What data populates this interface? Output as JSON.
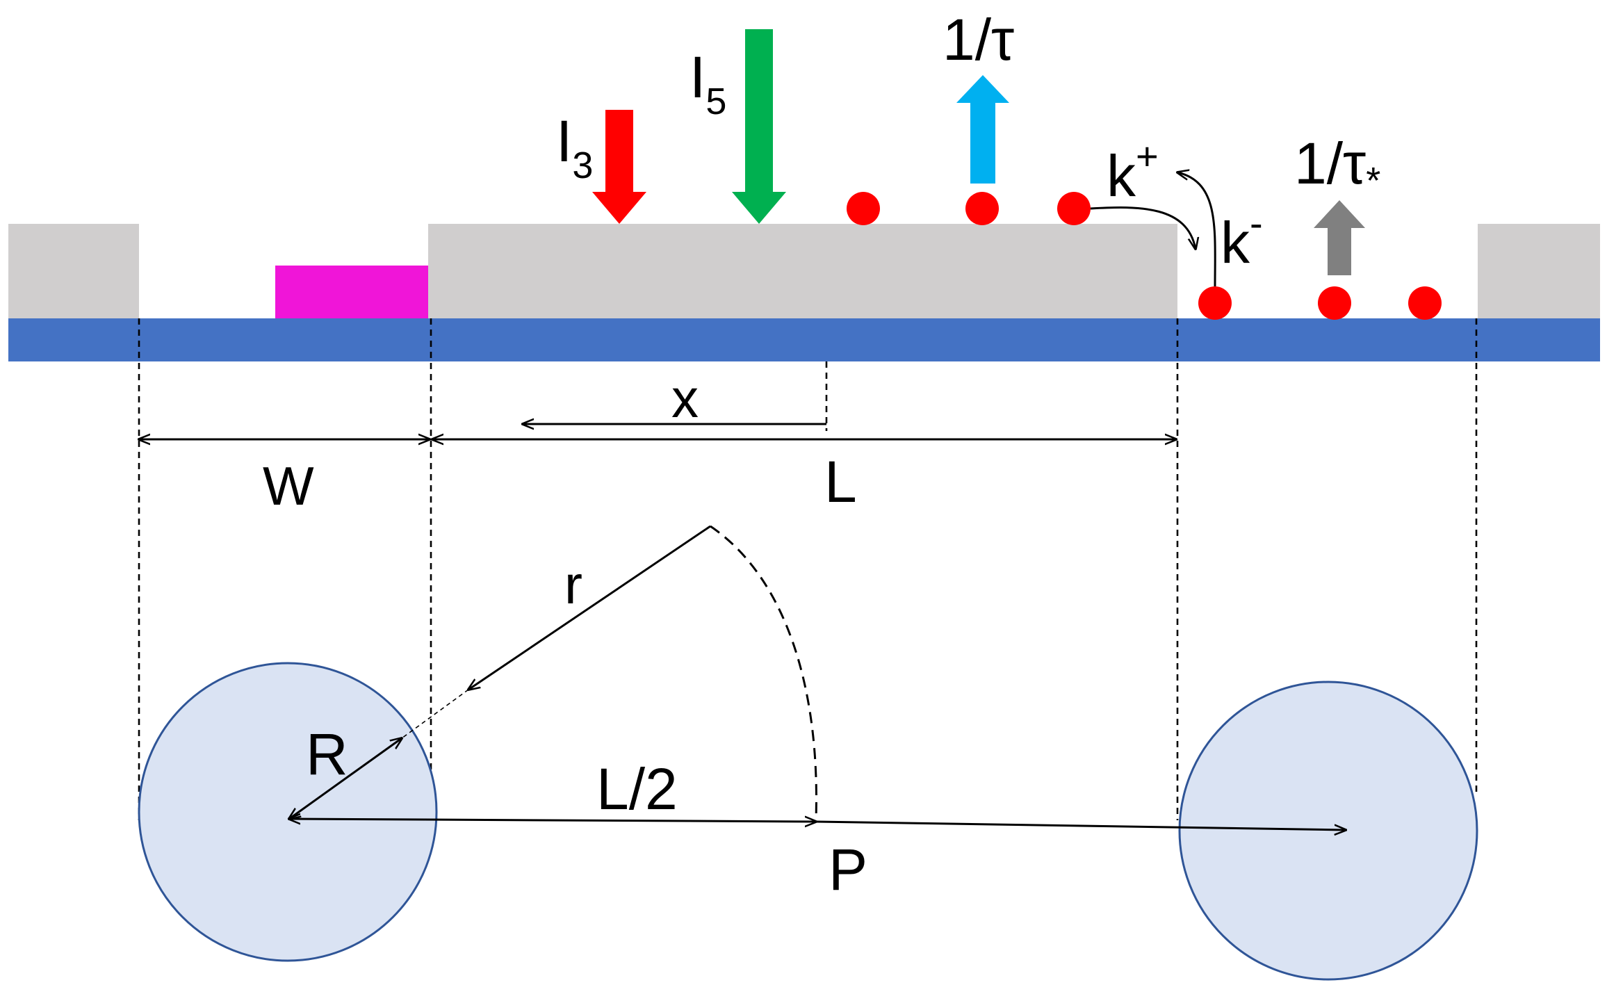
{
  "labels": {
    "I3": {
      "main": "I",
      "sub": "3"
    },
    "I5": {
      "main": "I",
      "sub": "5"
    },
    "inv_tau": "1/τ",
    "inv_tau_star": {
      "main": "1/τ",
      "sub": "*"
    },
    "k_plus": {
      "main": "k",
      "sup": "+"
    },
    "k_minus": {
      "main": "k",
      "sup": "-"
    },
    "x": "x",
    "W": "W",
    "L": "L",
    "r": "r",
    "R": "R",
    "L_half": "L/2",
    "P": "P"
  },
  "colors": {
    "substrate": "#4472c4",
    "gate_block": "#d0cece",
    "contact": "#f015d8",
    "particle": "#ff0000",
    "arrow_I3": "#ff0000",
    "arrow_I5": "#00b050",
    "arrow_tau": "#00b0f0",
    "arrow_tau_star": "#808080",
    "disk_fill": "#dae3f3",
    "disk_stroke": "#2f5597"
  }
}
